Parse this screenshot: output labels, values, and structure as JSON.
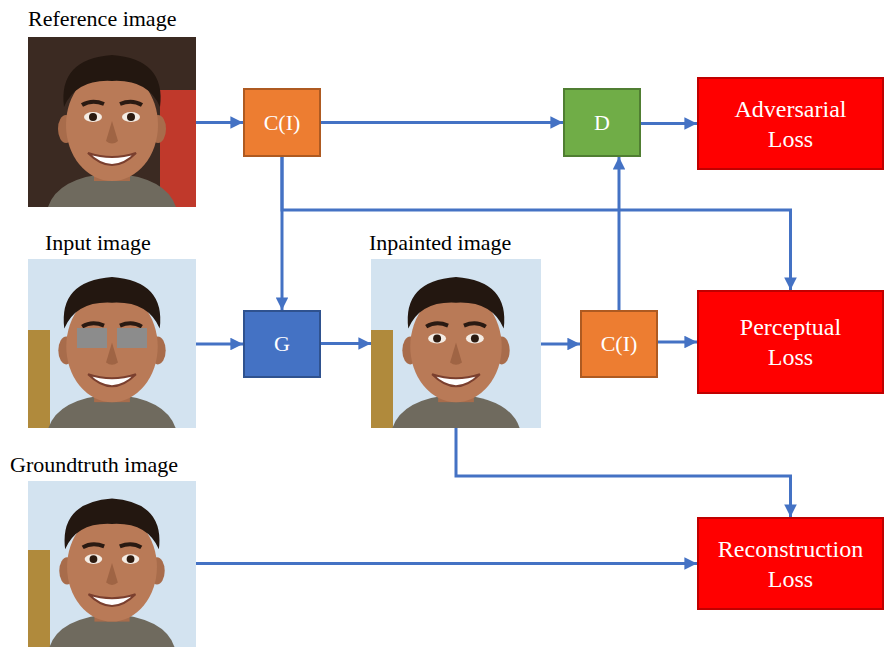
{
  "diagram": {
    "nodes": [
      {
        "text": [
          "Reference image"
        ]
      },
      {
        "text": [
          "C(I)"
        ]
      },
      {
        "text": [
          "D"
        ]
      },
      {
        "text": [
          "Adversarial Loss"
        ]
      },
      {
        "text": [
          "Input image"
        ]
      },
      {
        "text": [
          "G"
        ]
      },
      {
        "text": [
          "Inpainted image"
        ]
      },
      {
        "text": [
          "C(I)"
        ]
      },
      {
        "text": [
          "Perceptual Loss"
        ]
      },
      {
        "text": [
          "Groundtruth image"
        ]
      },
      {
        "text": [
          "Reconstruction Loss"
        ]
      }
    ],
    "edges": [
      {
        "from": 0,
        "to": 1,
        "arrow": "to"
      },
      {
        "from": 1,
        "to": 2,
        "arrow": "to"
      },
      {
        "from": 2,
        "to": 3,
        "arrow": "to"
      },
      {
        "from": 1,
        "to": 5,
        "arrow": "to"
      },
      {
        "from": 1,
        "to": 8,
        "arrow": "to"
      },
      {
        "from": 4,
        "to": 5,
        "arrow": "to"
      },
      {
        "from": 5,
        "to": 6,
        "arrow": "to"
      },
      {
        "from": 6,
        "to": 7,
        "arrow": "to"
      },
      {
        "from": 7,
        "to": 8,
        "arrow": "to"
      },
      {
        "from": 7,
        "to": 2,
        "arrow": "to"
      },
      {
        "from": 6,
        "to": 10,
        "arrow": "to"
      },
      {
        "from": 9,
        "to": 10,
        "arrow": "to"
      }
    ]
  }
}
